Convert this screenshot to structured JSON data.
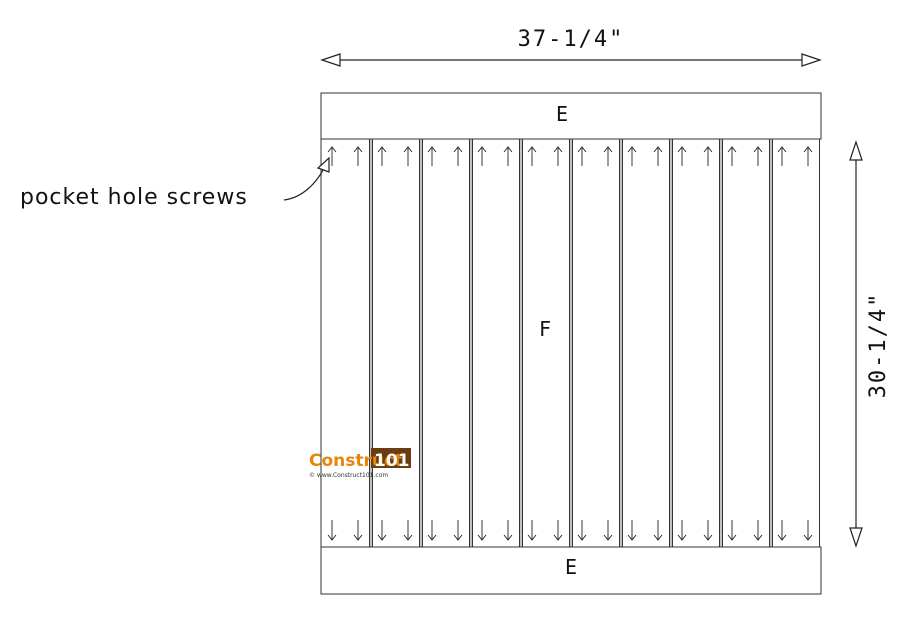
{
  "dimensions": {
    "width_label": "37-1/4\"",
    "height_label": "30-1/4\""
  },
  "parts": {
    "top_rail": "E",
    "bottom_rail": "E",
    "slats": "F"
  },
  "callout": {
    "label": "pocket hole screws"
  },
  "slat_count": 10,
  "watermark": {
    "brand_a": "Construct",
    "brand_b": "101",
    "url": "© www.Construct101.com"
  },
  "colors": {
    "line": "#222222",
    "brand_orange": "#e8850c",
    "brand_dark": "#6b3d10"
  }
}
